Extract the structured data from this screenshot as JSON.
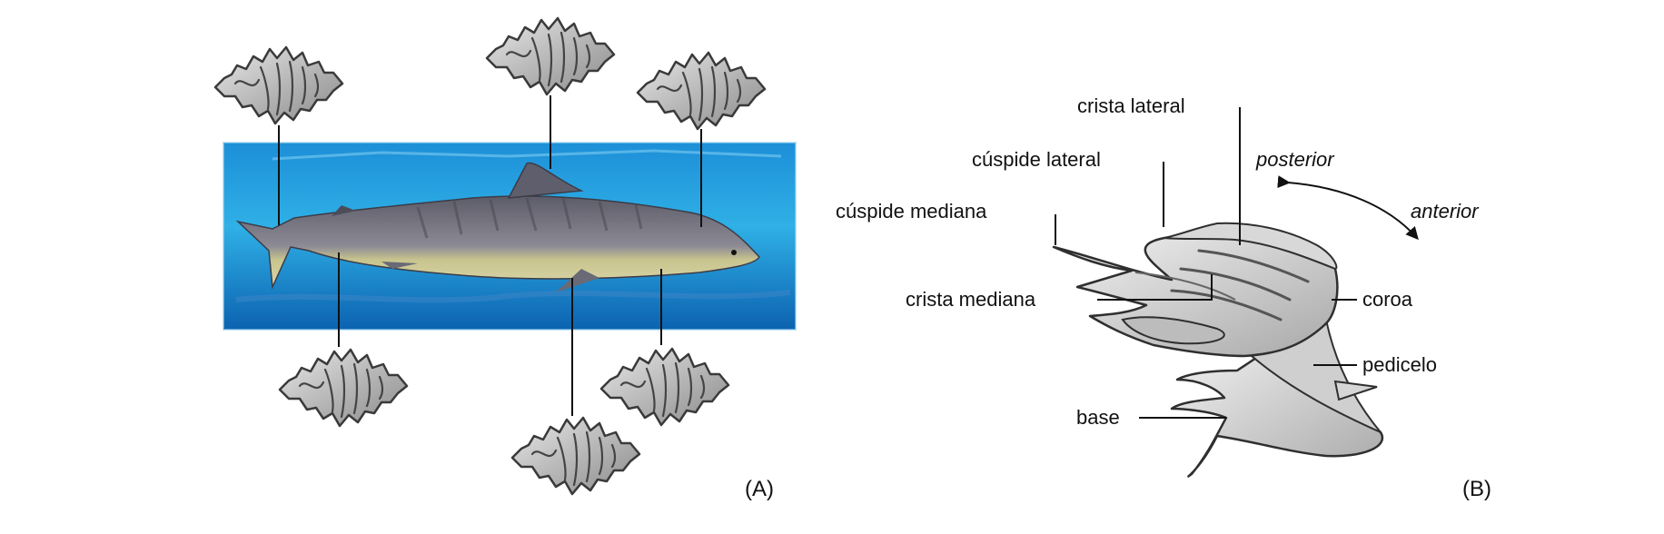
{
  "panel_a": {
    "label": "(A)"
  },
  "panel_b": {
    "label": "(B)",
    "labels": {
      "crista_lateral": "crista lateral",
      "cuspide_lateral": "cúspide lateral",
      "cuspide_mediana": "cúspide mediana",
      "crista_mediana": "crista mediana",
      "base": "base",
      "coroa": "coroa",
      "pedicelo": "pedicelo",
      "posterior": "posterior",
      "anterior": "anterior"
    }
  },
  "colors": {
    "water_light": "#2fb0e6",
    "water_dark": "#0a5aa8",
    "denticle_gray": "#bdbdbd",
    "shark_back": "#6f6f7a",
    "shark_belly": "#c9c58f"
  }
}
